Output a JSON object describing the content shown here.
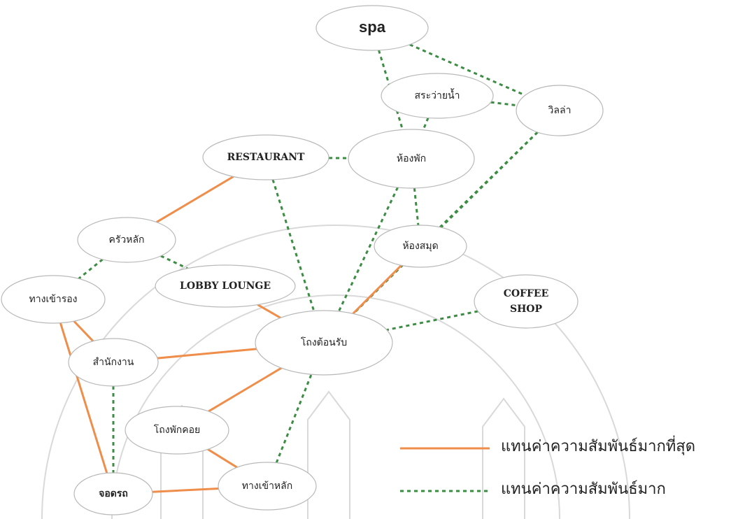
{
  "diagram": {
    "nodes": [
      {
        "id": "spa",
        "label": "spa"
      },
      {
        "id": "pool",
        "label": "สระว่ายน้ำ"
      },
      {
        "id": "villa",
        "label": "วิลล่า"
      },
      {
        "id": "restaurant",
        "label": "RESTAURANT"
      },
      {
        "id": "room",
        "label": "ห้องพัก"
      },
      {
        "id": "kitchen",
        "label": "ครัวหลัก"
      },
      {
        "id": "library",
        "label": "ห้องสมุด"
      },
      {
        "id": "side_entrance",
        "label": "ทางเข้ารอง"
      },
      {
        "id": "lobby_lounge",
        "label": "LOBBY LOUNGE"
      },
      {
        "id": "coffee_shop",
        "label": "COFFEE SHOP",
        "lines": [
          "COFFEE",
          "SHOP"
        ]
      },
      {
        "id": "reception",
        "label": "โถงต้อนรับ"
      },
      {
        "id": "office",
        "label": "สำนักงาน"
      },
      {
        "id": "waiting_hall",
        "label": "โถงพักคอย"
      },
      {
        "id": "main_entrance",
        "label": "ทางเข้าหลัก"
      },
      {
        "id": "parking",
        "label": "จอดรถ"
      }
    ],
    "edges": [
      {
        "from": "spa",
        "to": "villa",
        "type": "high"
      },
      {
        "from": "spa",
        "to": "room",
        "type": "high"
      },
      {
        "from": "pool",
        "to": "villa",
        "type": "high"
      },
      {
        "from": "pool",
        "to": "room",
        "type": "high"
      },
      {
        "from": "restaurant",
        "to": "room",
        "type": "high"
      },
      {
        "from": "room",
        "to": "library",
        "type": "high"
      },
      {
        "from": "room",
        "to": "reception",
        "type": "high"
      },
      {
        "from": "villa",
        "to": "reception",
        "type": "high"
      },
      {
        "from": "villa",
        "to": "library",
        "type": "high"
      },
      {
        "from": "restaurant",
        "to": "reception",
        "type": "high"
      },
      {
        "from": "restaurant",
        "to": "kitchen",
        "type": "highest"
      },
      {
        "from": "kitchen",
        "to": "lobby_lounge",
        "type": "high"
      },
      {
        "from": "kitchen",
        "to": "side_entrance",
        "type": "high"
      },
      {
        "from": "library",
        "to": "reception",
        "type": "highest"
      },
      {
        "from": "coffee_shop",
        "to": "reception",
        "type": "high"
      },
      {
        "from": "lobby_lounge",
        "to": "reception",
        "type": "highest"
      },
      {
        "from": "side_entrance",
        "to": "office",
        "type": "highest"
      },
      {
        "from": "side_entrance",
        "to": "parking",
        "type": "highest"
      },
      {
        "from": "office",
        "to": "reception",
        "type": "highest"
      },
      {
        "from": "office",
        "to": "parking",
        "type": "high"
      },
      {
        "from": "waiting_hall",
        "to": "reception",
        "type": "highest"
      },
      {
        "from": "waiting_hall",
        "to": "main_entrance",
        "type": "highest"
      },
      {
        "from": "main_entrance",
        "to": "reception",
        "type": "high"
      },
      {
        "from": "main_entrance",
        "to": "parking",
        "type": "highest"
      }
    ]
  },
  "legend": {
    "highest": {
      "label": "แทนค่าความสัมพันธ์มากที่สุด",
      "color": "#ef8e4a",
      "style": "solid"
    },
    "high": {
      "label": "แทนค่าความสัมพันธ์มาก",
      "color": "#3c8c44",
      "style": "dashed"
    }
  }
}
